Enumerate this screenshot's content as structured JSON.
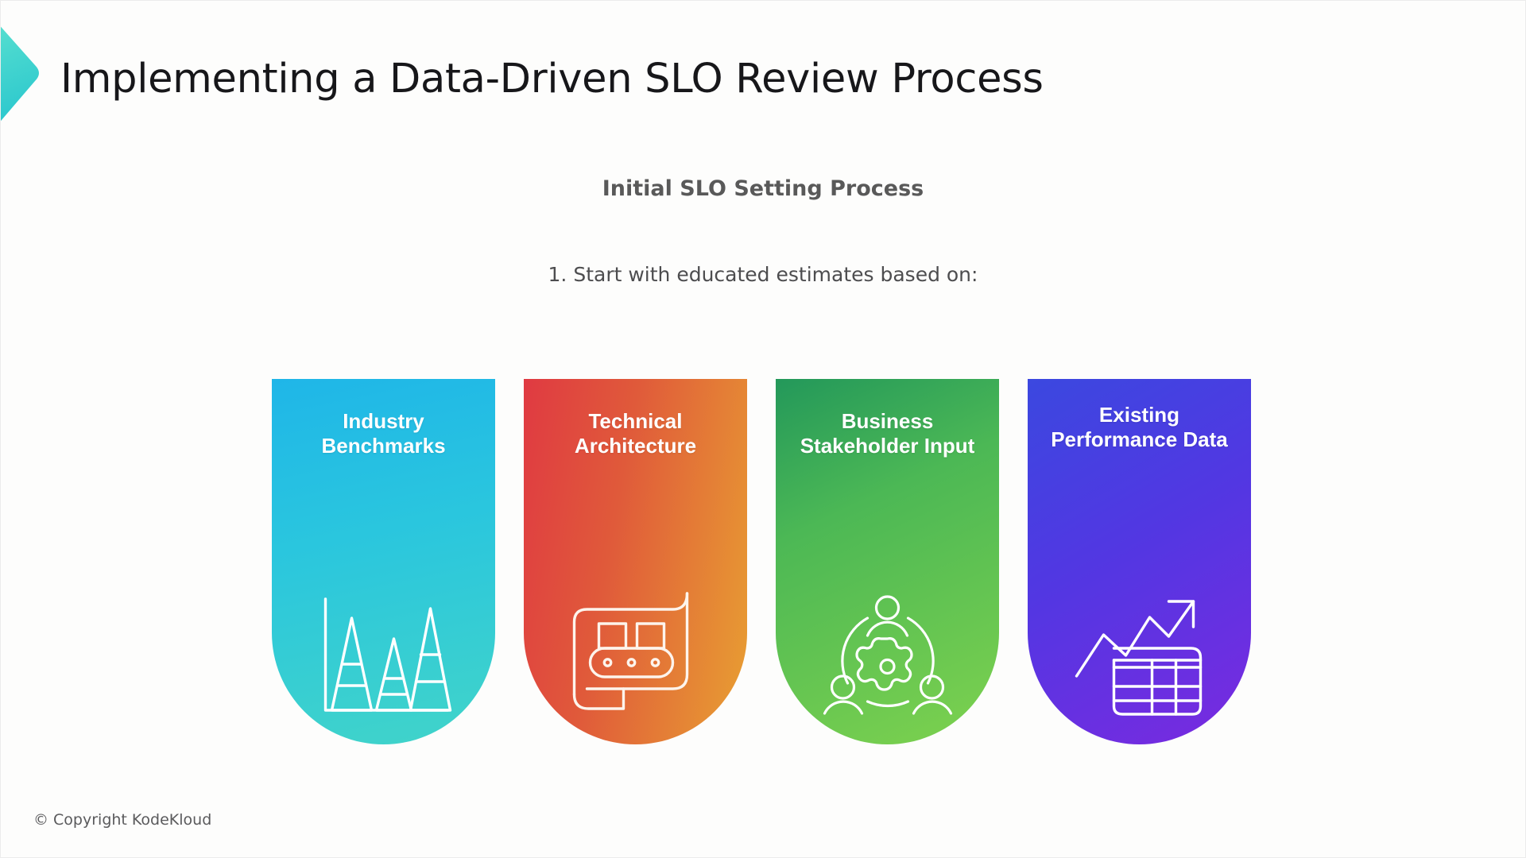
{
  "slide": {
    "title": "Implementing a Data-Driven SLO Review Process",
    "subtitle": "Initial SLO Setting Process",
    "step_line": "1. Start with educated estimates based on:",
    "footer": "© Copyright KodeKloud",
    "background_color": "#fdfdfc",
    "accent_color": "#3fd9cd",
    "title_color": "#17171a",
    "subtitle_color": "#595959",
    "step_color": "#4d4d4f"
  },
  "decoration": {
    "chevron_icon": "chevron-right-icon",
    "chevron_gradient_start": "#5fe3cf",
    "chevron_gradient_end": "#2fc9cd"
  },
  "cards": [
    {
      "title": "Industry Benchmarks",
      "title_line1": "Industry",
      "title_line2": "Benchmarks",
      "icon": "bar-chart-triangles-icon",
      "gradient_start": "#1fb6e8",
      "gradient_end": "#41d4c9"
    },
    {
      "title": "Technical Architecture",
      "title_line1": "Technical",
      "title_line2": "Architecture",
      "icon": "conveyor-belt-icon",
      "gradient_start": "#e03a42",
      "gradient_end": "#e8a032"
    },
    {
      "title": "Business Stakeholder Input",
      "title_line1": "Business",
      "title_line2": "Stakeholder Input",
      "icon": "stakeholders-gear-icon",
      "gradient_start": "#27a35c",
      "gradient_end": "#7ed24e"
    },
    {
      "title": "Existing Performance Data",
      "title_line1": "Existing",
      "title_line2": "Performance Data",
      "icon": "growth-chart-table-icon",
      "gradient_start": "#3b48e0",
      "gradient_end": "#7a2ae0"
    }
  ]
}
